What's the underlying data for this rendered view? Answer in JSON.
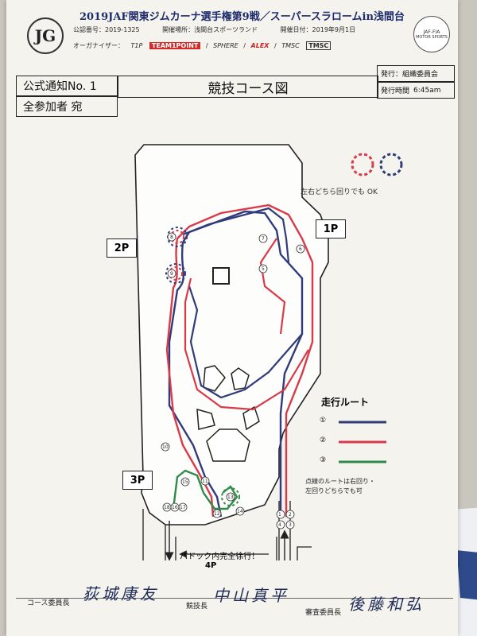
{
  "header": {
    "title": "2019JAF関東ジムカーナ選手権第9戦／スーパースラロームin浅間台",
    "permit_label": "公認番号：",
    "permit_value": "2019-1325",
    "venue_label": "開催場所：",
    "venue_value": "浅間台スポーツランド",
    "date_label": "開催日付：",
    "date_value": "2019年9月1日",
    "organizer_label": "オーガナイザー：",
    "organizers": [
      "T1P",
      "TEAM1POINT",
      "SPHERE",
      "ALEX",
      "TMSC",
      "TMSC"
    ],
    "logo_text": "JG",
    "jaf_lines": [
      "JAF-FIA",
      "MOTOR SPORTS"
    ]
  },
  "title_block": {
    "notice": "公式通知No. 1",
    "title": "競技コース図",
    "issuer": "発行：組織委員会",
    "time_label": "発行時間",
    "time_value": "6:45am",
    "addressee": "全参加者 宛"
  },
  "course": {
    "zones": [
      "1P",
      "2P",
      "3P"
    ],
    "clockwise_note": "左右どちら回りでも OK",
    "paddock_note": "パドック内完全徐行！",
    "finish_zone": "4P",
    "markers": [
      "1",
      "2",
      "3",
      "4",
      "5",
      "6",
      "7",
      "8",
      "9",
      "10",
      "11",
      "12",
      "13",
      "14",
      "15",
      "16",
      "17",
      "18"
    ]
  },
  "legend": {
    "title": "走行ルート",
    "items": [
      {
        "number": "①",
        "color": "#2f3b7a"
      },
      {
        "number": "②",
        "color": "#d93a4a"
      },
      {
        "number": "③",
        "color": "#2e8b4a"
      }
    ],
    "note_line1": "点線のルートは右回り・",
    "note_line2": "左回りどちらでも可"
  },
  "footer": {
    "course_chief_label": "コース委員長",
    "course_chief_name": "荻城康友",
    "director_label": "競技長",
    "director_name": "中山真平",
    "steward_label": "審査委員長",
    "steward_name": "後藤和弘"
  }
}
